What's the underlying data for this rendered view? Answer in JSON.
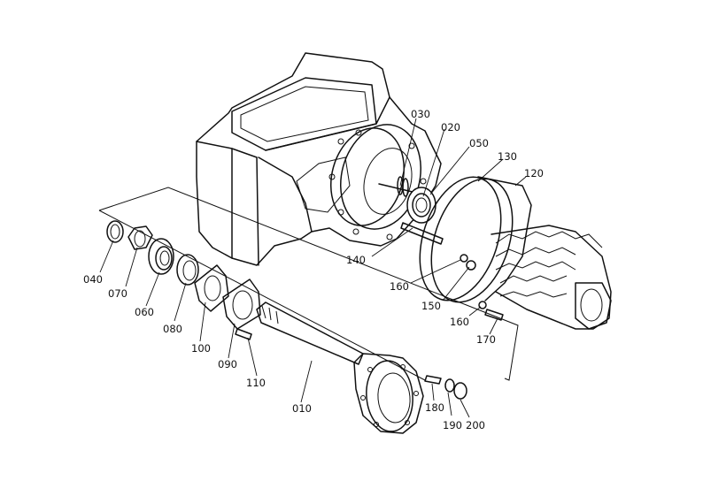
{
  "diagram": {
    "labels": [
      {
        "id": "p030",
        "text": "030"
      },
      {
        "id": "p020",
        "text": "020"
      },
      {
        "id": "p050",
        "text": "050"
      },
      {
        "id": "p130",
        "text": "130"
      },
      {
        "id": "p120",
        "text": "120"
      },
      {
        "id": "p040",
        "text": "040"
      },
      {
        "id": "p070",
        "text": "070"
      },
      {
        "id": "p060",
        "text": "060"
      },
      {
        "id": "p080",
        "text": "080"
      },
      {
        "id": "p100",
        "text": "100"
      },
      {
        "id": "p090",
        "text": "090"
      },
      {
        "id": "p110",
        "text": "110"
      },
      {
        "id": "p140",
        "text": "140"
      },
      {
        "id": "p160a",
        "text": "160"
      },
      {
        "id": "p150",
        "text": "150"
      },
      {
        "id": "p160b",
        "text": "160"
      },
      {
        "id": "p170",
        "text": "170"
      },
      {
        "id": "p010",
        "text": "010"
      },
      {
        "id": "p180",
        "text": "180"
      },
      {
        "id": "p190",
        "text": "190"
      },
      {
        "id": "p200",
        "text": "200"
      }
    ]
  }
}
